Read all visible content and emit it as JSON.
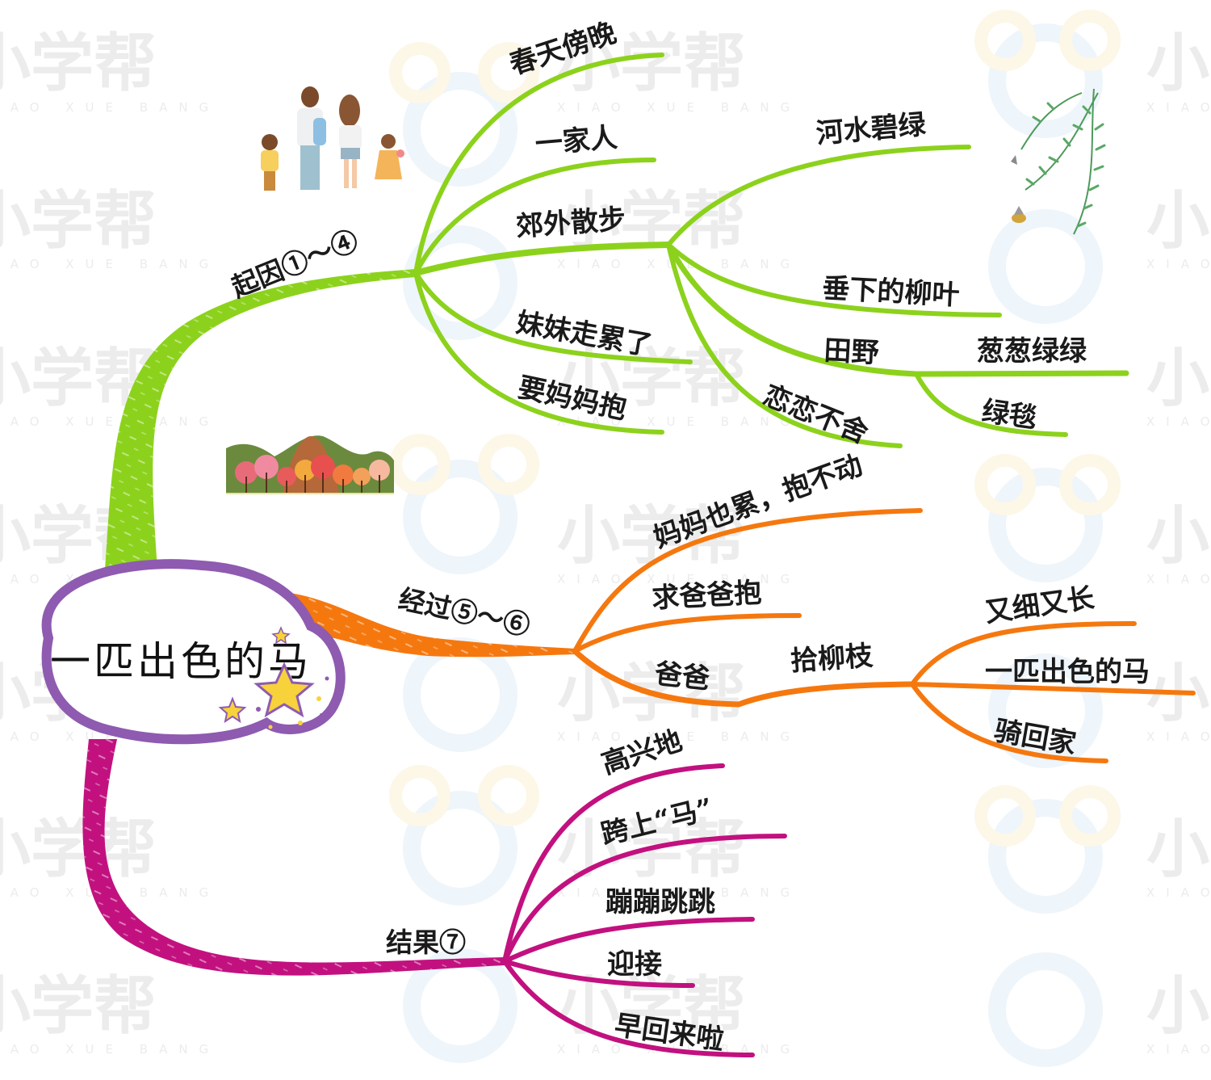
{
  "title": "一匹出色的马",
  "watermark": {
    "text_cn": "小学帮",
    "text_en": "XIAO XUE BANG"
  },
  "colors": {
    "green": "#8cd21c",
    "orange": "#f5780f",
    "magenta": "#c2117f",
    "purple": "#8e5bb0",
    "star": "#f7d23a"
  },
  "branches": {
    "cause": {
      "label": "起因①～④",
      "children": {
        "c1": "春天傍晚",
        "c2": "一家人",
        "c3": "郊外散步",
        "c4": "妹妹走累了",
        "c5": "要妈妈抱"
      },
      "walk_children": {
        "w1": "河水碧绿",
        "w2": "垂下的柳叶",
        "w3": "田野",
        "w4": "恋恋不舍"
      },
      "field_children": {
        "f1": "葱葱绿绿",
        "f2": "绿毯"
      }
    },
    "process": {
      "label": "经过⑤～⑥",
      "children": {
        "p1": "妈妈也累，抱不动",
        "p2": "求爸爸抱",
        "p3": "爸爸"
      },
      "dad_child": "拾柳枝",
      "branch_children": {
        "b1": "又细又长",
        "b2": "一匹出色的马",
        "b3": "骑回家"
      }
    },
    "result": {
      "label": "结果⑦",
      "children": {
        "r1": "高兴地",
        "r2": "跨上“马”",
        "r3": "蹦蹦跳跳",
        "r4": "迎接",
        "r5": "早回来啦"
      }
    }
  },
  "illustrations": {
    "family": "family-walking",
    "hills": "autumn-hills",
    "willow": "willow-butterflies"
  }
}
